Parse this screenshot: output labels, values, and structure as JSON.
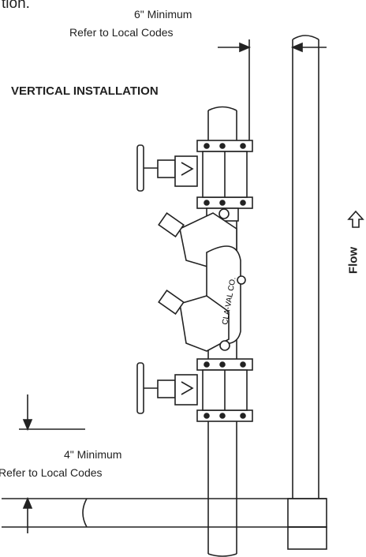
{
  "intro_partial": "tion.",
  "top_dimension": {
    "line1": "6\" Minimum",
    "line2": "Refer to Local Codes"
  },
  "title": "VERTICAL INSTALLATION",
  "bottom_dimension": {
    "line1": "4\" Minimum",
    "line2": "Refer to Local Codes"
  },
  "flow_label": "Flow",
  "valve_marking": "CLA-VAL CO."
}
